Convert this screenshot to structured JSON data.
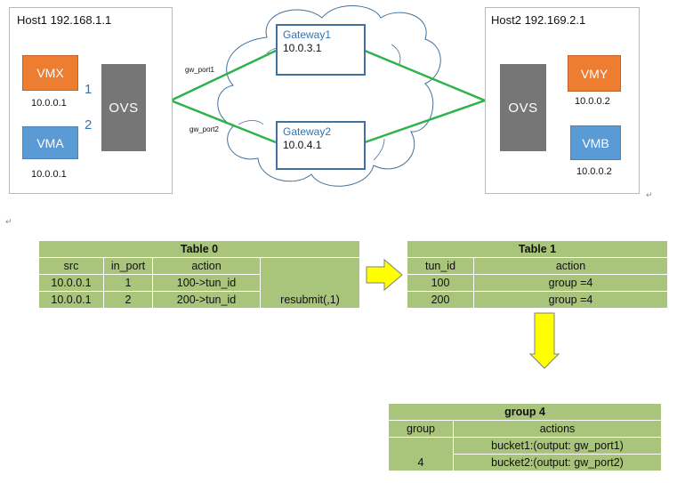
{
  "colors": {
    "vm_orange": "#ed7d31",
    "vm_blue": "#5b9bd5",
    "ovs_gray": "#767676",
    "link_green": "#2db34a",
    "table_green": "#a9c47b",
    "arrow_yellow": "#ffff00",
    "gateway_border": "#41719c"
  },
  "host1": {
    "title": "Host1 192.168.1.1",
    "vm_top": {
      "label": "VMX",
      "ip": "10.0.0.1"
    },
    "vm_bottom": {
      "label": "VMA",
      "ip": "10.0.0.1"
    },
    "port_top": "1",
    "port_bottom": "2",
    "ovs": "OVS"
  },
  "host2": {
    "title": "Host2 192.169.2.1",
    "vm_top": {
      "label": "VMY",
      "ip": "10.0.0.2"
    },
    "vm_bottom": {
      "label": "VMB",
      "ip": "10.0.0.2"
    },
    "ovs": "OVS"
  },
  "gateway1": {
    "name": "Gateway1",
    "ip": "10.0.3.1"
  },
  "gateway2": {
    "name": "Gateway2",
    "ip": "10.0.4.1"
  },
  "gw_port1": "gw_port1",
  "gw_port2": "gw_port2",
  "paragraph_mark": "↵",
  "table0": {
    "title": "Table 0",
    "headers": [
      "src",
      "in_port",
      "action"
    ],
    "rows": [
      [
        "10.0.0.1",
        "1",
        "100->tun_id"
      ],
      [
        "10.0.0.1",
        "2",
        "200->tun_id"
      ]
    ],
    "extra_action": "resubmit(,1)"
  },
  "table1": {
    "title": "Table 1",
    "headers": [
      "tun_id",
      "action"
    ],
    "rows": [
      [
        "100",
        "group =4"
      ],
      [
        "200",
        "group =4"
      ]
    ]
  },
  "group4": {
    "title": "group 4",
    "headers": [
      "group",
      "actions"
    ],
    "group_id": "4",
    "buckets": [
      "bucket1:(output: gw_port1)",
      "bucket2:(output: gw_port2)"
    ]
  }
}
